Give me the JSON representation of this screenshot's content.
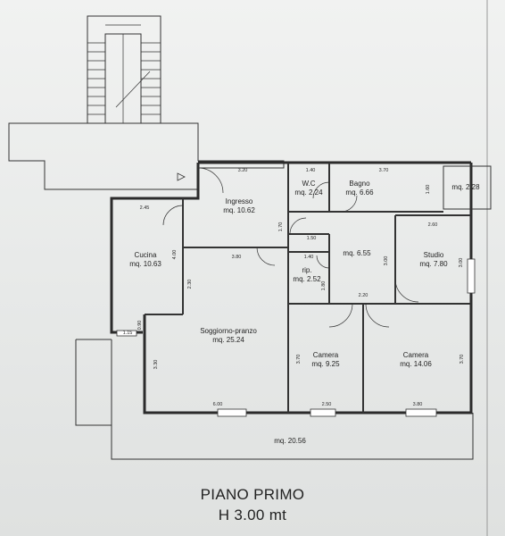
{
  "floor": {
    "title": "PIANO PRIMO",
    "height": "H 3.00 mt"
  },
  "rooms": {
    "ingresso": {
      "name": "Ingresso",
      "area": "mq. 10.62"
    },
    "wc": {
      "name": "W.C",
      "area": "mq. 2.24"
    },
    "bagno": {
      "name": "Bagno",
      "area": "mq. 6.66"
    },
    "balcony": {
      "area": "mq. 2.28"
    },
    "cucina": {
      "name": "Cucina",
      "area": "mq. 10.63"
    },
    "disimpegno": {
      "area": "mq. 6.55"
    },
    "studio": {
      "name": "Studio",
      "area": "mq. 7.80"
    },
    "rip": {
      "name": "rip.",
      "area": "mq. 2.52"
    },
    "soggiorno": {
      "name": "Soggiorno-pranzo",
      "area": "mq. 25.24"
    },
    "camera1": {
      "name": "Camera",
      "area": "mq. 9.25"
    },
    "camera2": {
      "name": "Camera",
      "area": "mq. 14.06"
    },
    "terrace": {
      "area": "mq. 20.56"
    }
  },
  "dimensions": {
    "ingresso_top": "3.20",
    "wc_top": "1.40",
    "bagno_top": "3.70",
    "bagno_side": "1.60",
    "cucina_top": "2.45",
    "cucina_side": "4.00",
    "ingresso_bottom": "3.80",
    "ingresso_side": "1.70",
    "hall_top": "1.50",
    "hall_side": "3.00",
    "rip_top": "1.40",
    "rip_side": "1.80",
    "hall_bottom": "2.20",
    "studio_top": "2.60",
    "studio_side": "3.00",
    "soggiorno_side": "2.30",
    "kitchen_wall": "0.90",
    "kitchen_small": "1.15",
    "soggiorno_left": "3.30",
    "soggiorno_bottom": "6.00",
    "camera1_side": "3.70",
    "camera1_bottom": "2.50",
    "camera2_bottom": "3.80",
    "camera2_side": "3.70"
  }
}
